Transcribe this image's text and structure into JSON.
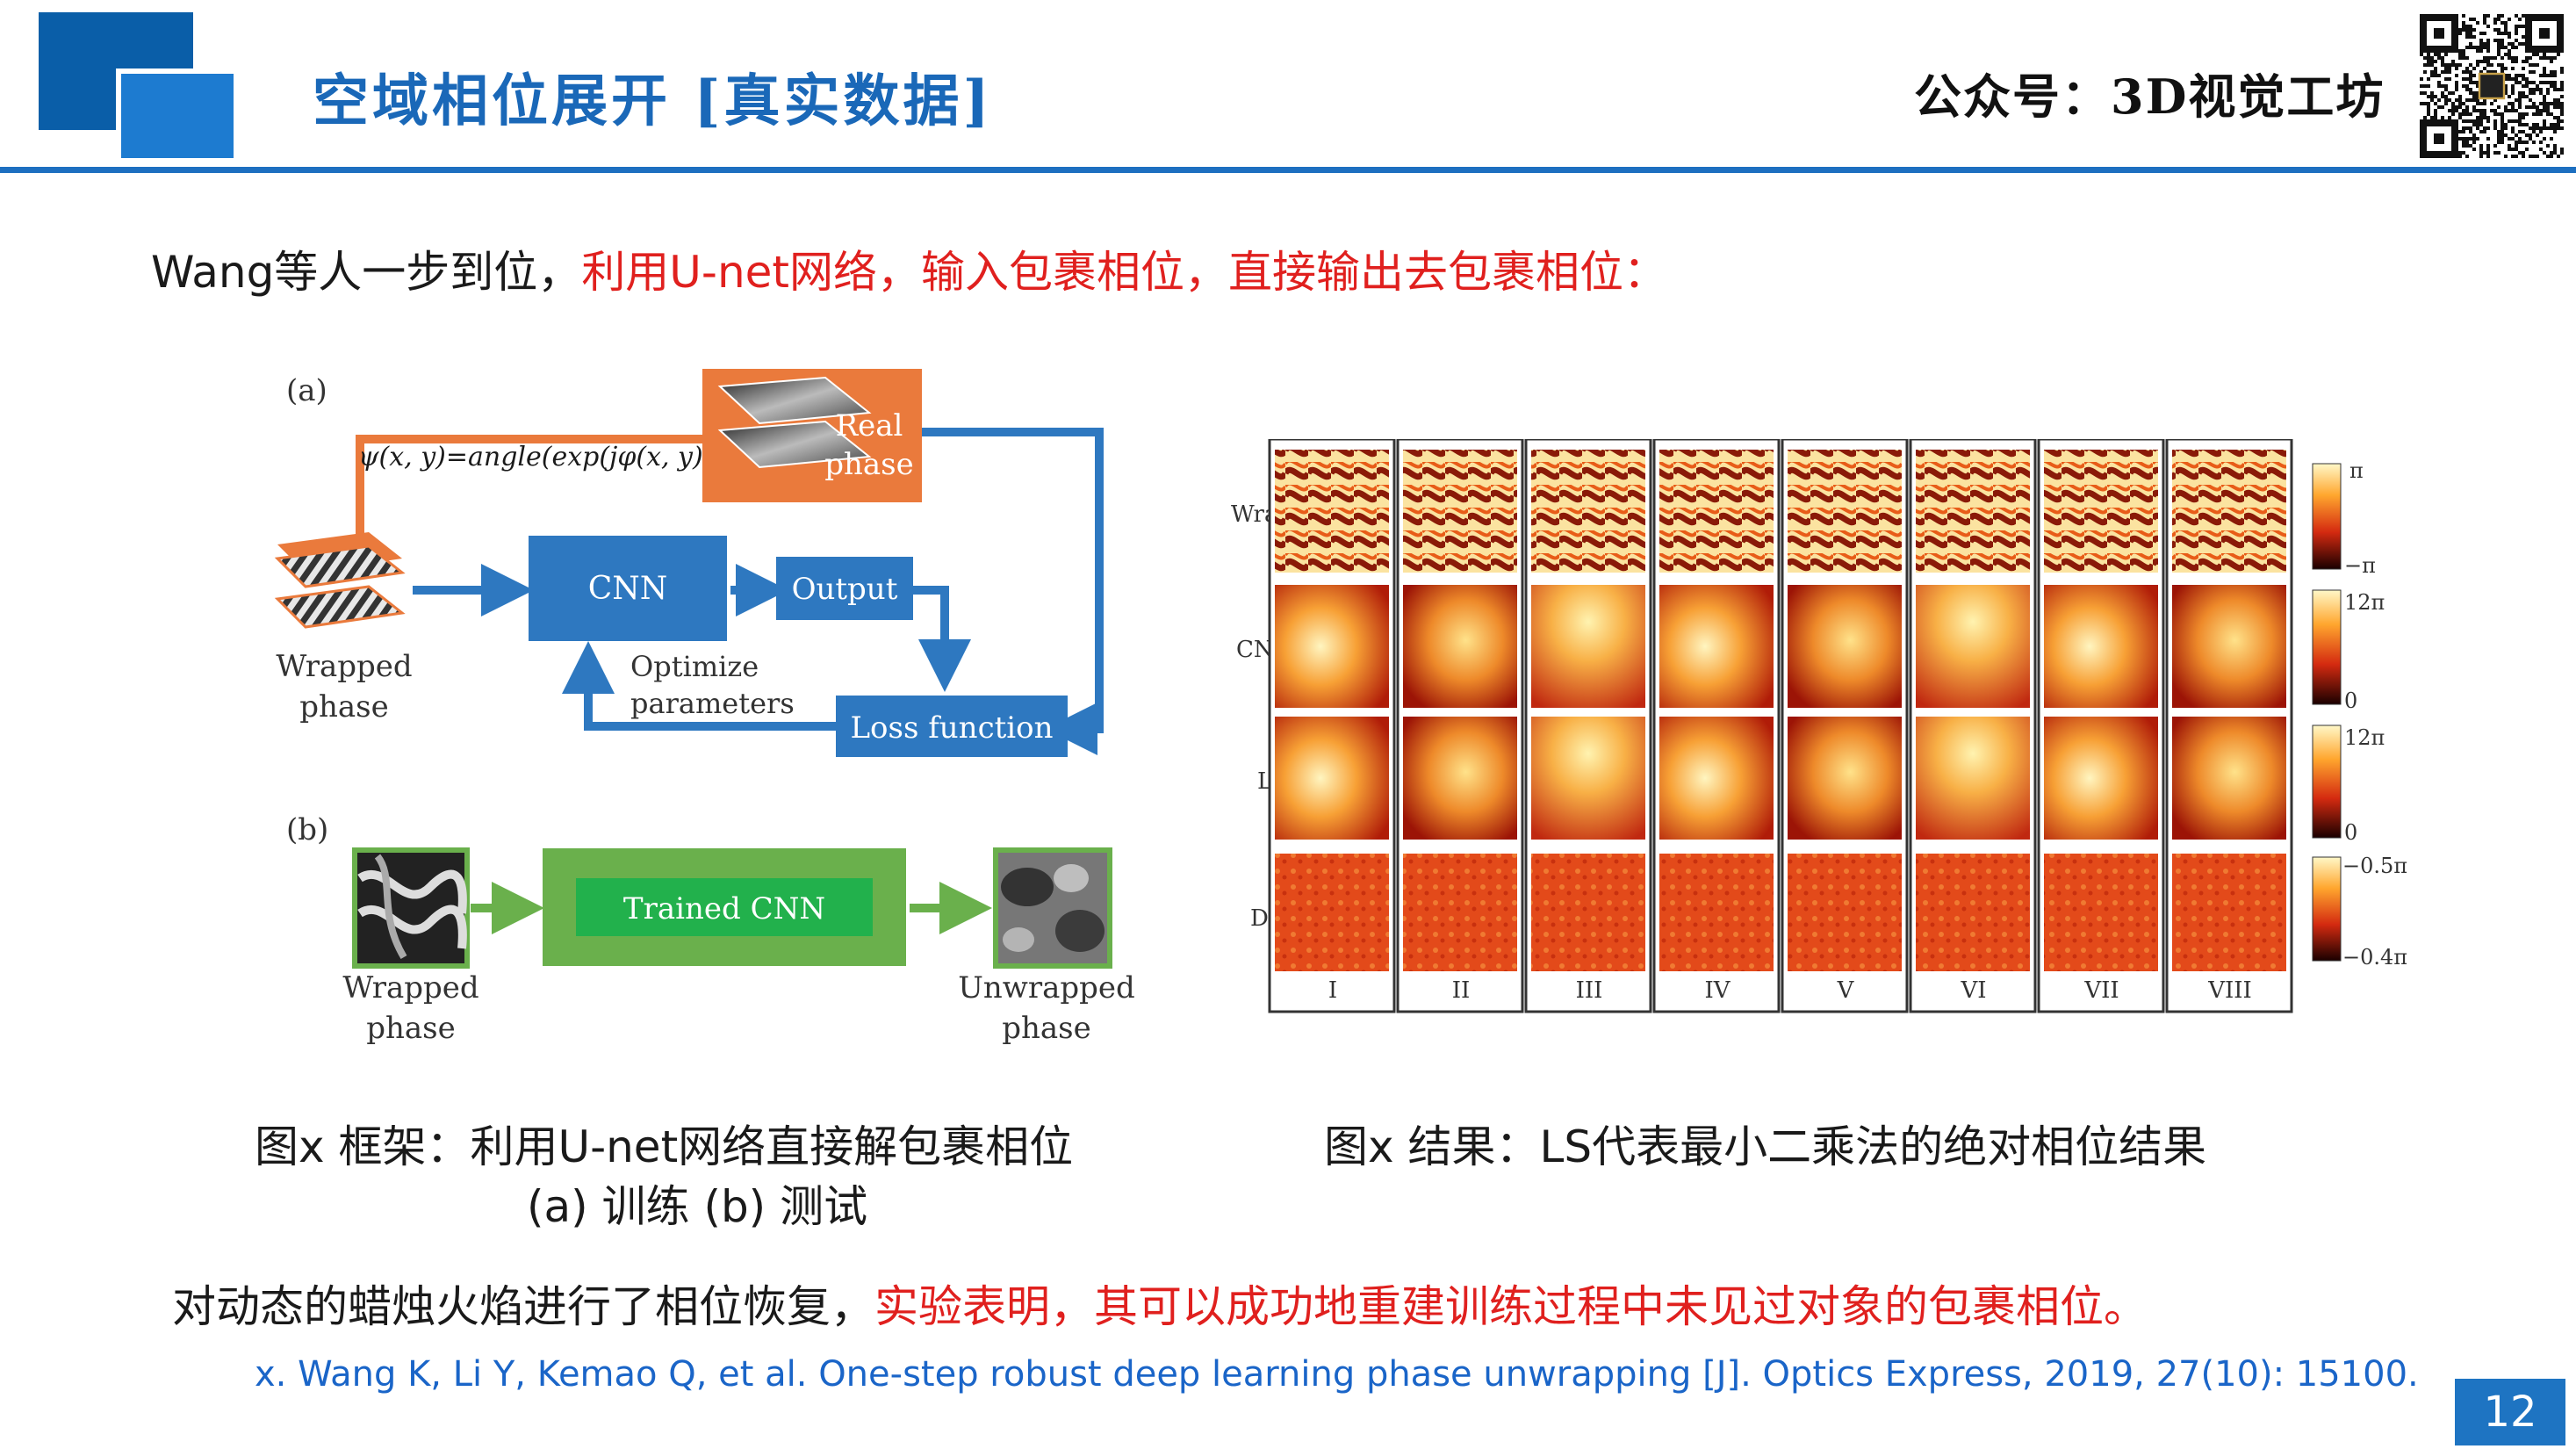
{
  "header": {
    "title": "空域相位展开 [真实数据]",
    "brand": "公众号：3D视觉工坊"
  },
  "intro": {
    "lead": "Wang等人一步到位，",
    "highlight": "利用U-net网络，输入包裹相位，直接输出去包裹相位："
  },
  "figure_left": {
    "label_a": "(a)",
    "label_b": "(b)",
    "formula": "ψ(x, y)=angle(exp(jφ(x, y)))",
    "real_phase": [
      "Real",
      "phase"
    ],
    "wrapped_phase": [
      "Wrapped",
      "phase"
    ],
    "cnn": "CNN",
    "output": "Output",
    "optimize": [
      "Optimize",
      "parameters"
    ],
    "loss": "Loss function",
    "trained_cnn": "Trained CNN",
    "unwrapped_phase": [
      "Unwrapped",
      "phase"
    ]
  },
  "figure_right": {
    "rows": [
      "Wrap",
      "CNN",
      "LS",
      "Diff"
    ],
    "columns": [
      "I",
      "II",
      "III",
      "IV",
      "V",
      "VI",
      "VII",
      "VIII"
    ],
    "colorbars": [
      {
        "top": "π",
        "bottom": "−π"
      },
      {
        "top": "12π",
        "bottom": "0"
      },
      {
        "top": "12π",
        "bottom": "0"
      },
      {
        "top": "−0.5π",
        "bottom": "−0.4π"
      }
    ]
  },
  "captions": {
    "left_line1": "图x 框架：利用U-net网络直接解包裹相位",
    "left_line2": "(a) 训练 (b) 测试",
    "right": "图x 结果：LS代表最小二乘法的绝对相位结果"
  },
  "conclusion": {
    "lead": "对动态的蜡烛火焰进行了相位恢复，",
    "highlight": "实验表明，其可以成功地重建训练过程中未见过对象的包裹相位。"
  },
  "reference": "x. Wang K, Li Y, Kemao Q, et al. One-step robust deep learning phase unwrapping [J]. Optics Express, 2019, 27(10): 15100.",
  "page_number": "12",
  "colors": {
    "title_blue": "#1a68b8",
    "highlight_red": "#e0201e",
    "diagram_blue": "#2e78c0",
    "diagram_orange": "#ea7a3c",
    "diagram_green": "#6ab04c"
  }
}
